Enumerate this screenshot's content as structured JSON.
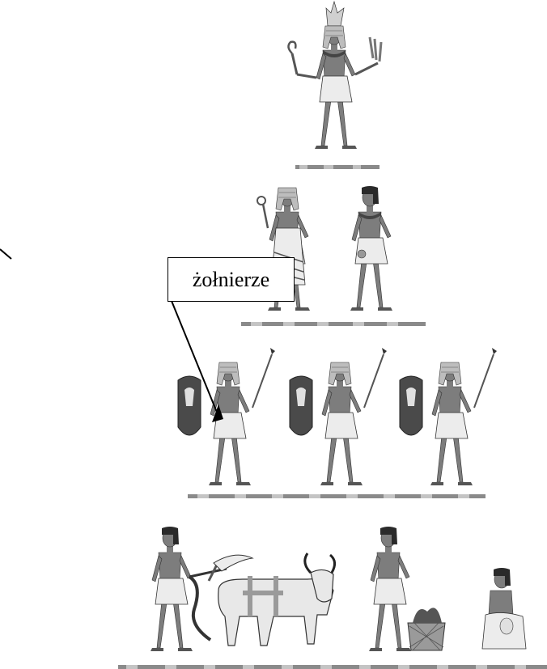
{
  "callout": {
    "label": "żołnierze"
  },
  "tiers": [
    {
      "name": "pharaoh",
      "figures": 1
    },
    {
      "name": "officials-priests",
      "figures": 2
    },
    {
      "name": "soldiers",
      "figures": 3
    },
    {
      "name": "peasants-craftsmen",
      "figures": 3
    }
  ],
  "colors": {
    "skin": "#7d7d7d",
    "skin_dark": "#5e5e5e",
    "cloth": "#ececec",
    "hair": "#2a2a2a",
    "headdress": "#bdbdbd",
    "shield": "#4a4a4a",
    "ox": "#e8e8e8",
    "stroke": "#333333"
  }
}
